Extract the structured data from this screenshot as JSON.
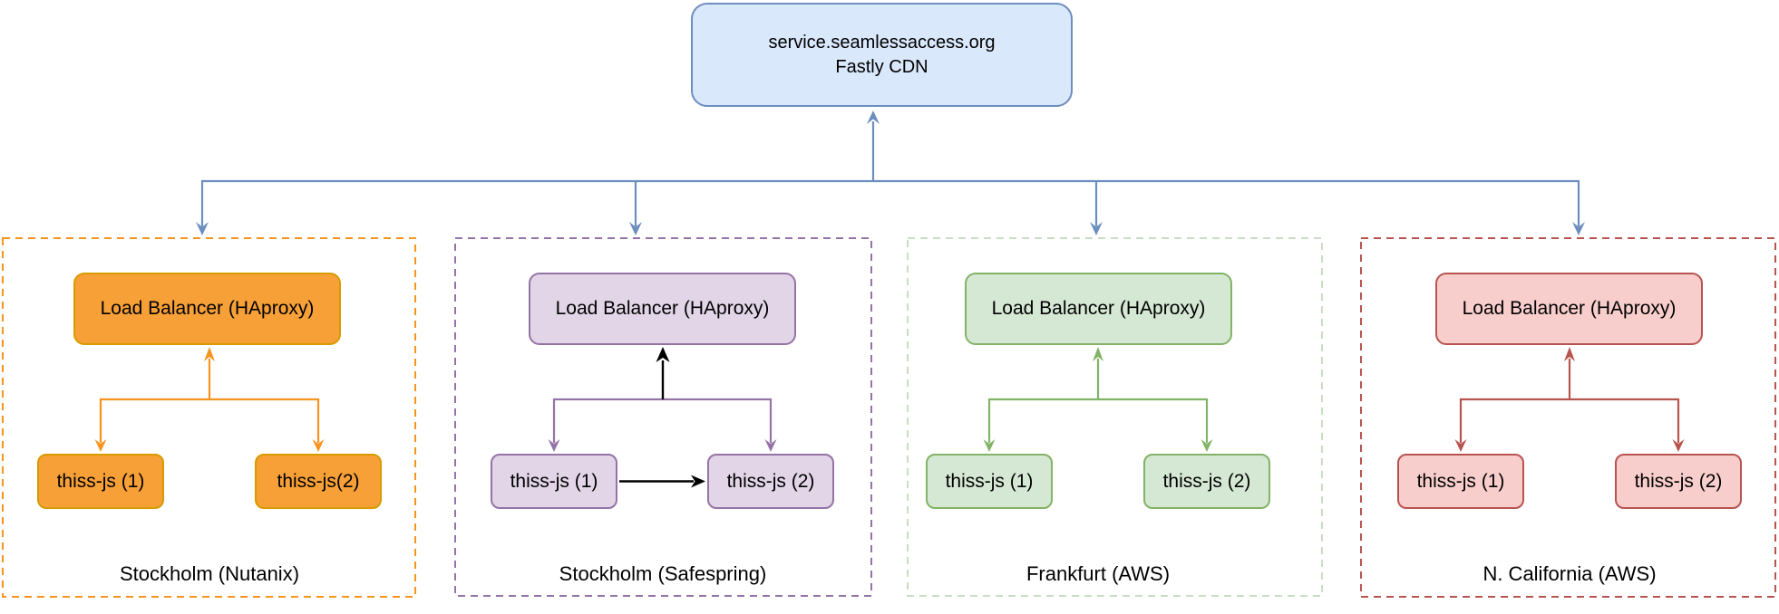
{
  "diagram": {
    "cdn_node": {
      "line1": "service.seamlessaccess.org",
      "line2": "Fastly CDN"
    },
    "clusters": [
      {
        "label": "Stockholm (Nutanix)",
        "lb_label": "Load Balancer (HAproxy)",
        "node1_label": "thiss-js (1)",
        "node2_label": "thiss-js(2)"
      },
      {
        "label": "Stockholm (Safespring)",
        "lb_label": "Load Balancer (HAproxy)",
        "node1_label": "thiss-js (1)",
        "node2_label": "thiss-js (2)"
      },
      {
        "label": "Frankfurt (AWS)",
        "lb_label": "Load Balancer (HAproxy)",
        "node1_label": "thiss-js (1)",
        "node2_label": "thiss-js (2)"
      },
      {
        "label": "N. California (AWS)",
        "lb_label": "Load Balancer (HAproxy)",
        "node1_label": "thiss-js (1)",
        "node2_label": "thiss-js (2)"
      }
    ],
    "colors": {
      "cdn_fill": "#DAE8FC",
      "cdn_stroke": "#6C8EBF",
      "connector_blue": "#6C8EBF",
      "cluster1_accent": "#F7941E",
      "cluster1_box_fill": "#F7A037",
      "cluster1_box_stroke": "#D79B00",
      "cluster2_accent": "#9673A6",
      "cluster2_box_fill": "#E1D5E7",
      "cluster2_frame": "#9673A6",
      "cluster3_accent": "#82B366",
      "cluster3_box_fill": "#D5E8D4",
      "cluster3_frame": "#C9DDC5",
      "cluster4_accent": "#B85450",
      "cluster4_box_fill": "#F8CECC",
      "cluster4_frame": "#B85450",
      "arrow_black": "#000000"
    }
  }
}
